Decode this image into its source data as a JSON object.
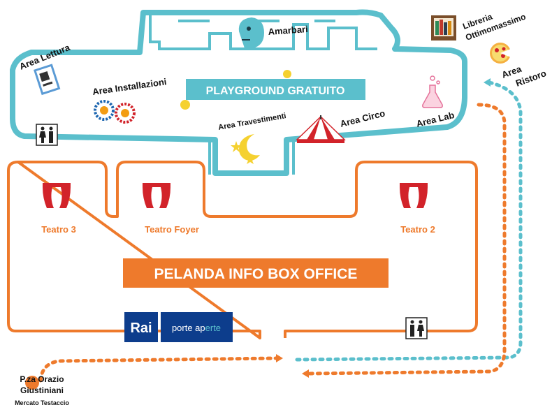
{
  "upper_floor": {
    "banner": "PLAYGROUND GRATUITO",
    "areas": {
      "amarbari": "Amarbari",
      "libreria_line1": "Libreria",
      "libreria_line2": "Ottimomassimo",
      "area_lettura": "Area Lettura",
      "area_installazioni": "Area Installazioni",
      "area_travestimenti": "Area Travestimenti",
      "area_circo": "Area Circo",
      "area_lab": "Area Lab",
      "area_ristoro_line1": "Area",
      "area_ristoro_line2": "Ristoro"
    }
  },
  "lower_floor": {
    "banner": "PELANDA INFO BOX OFFICE",
    "theatres": {
      "teatro_3": "Teatro 3",
      "teatro_foyer": "Teatro Foyer",
      "teatro_2": "Teatro 2"
    },
    "sponsor": {
      "logo": "Rai",
      "tagline_a": "porte ap",
      "tagline_b": "erte"
    }
  },
  "location": {
    "line1": "P.za Orazio",
    "line2": "Giustiniani",
    "line3": "Mercato Testaccio"
  },
  "icons": [
    "restroom-icon",
    "curtain-icon",
    "book-icon",
    "gears-icon",
    "moon-stars-icon",
    "circus-tent-icon",
    "flask-icon",
    "pizza-icon",
    "bookshelf-icon",
    "face-icon",
    "ball-icon"
  ],
  "colors": {
    "upper_floor": "#5bbfcc",
    "lower_floor": "#ee7a2c",
    "curtain": "#d2232a",
    "rai_blue": "#0d3d8c"
  }
}
